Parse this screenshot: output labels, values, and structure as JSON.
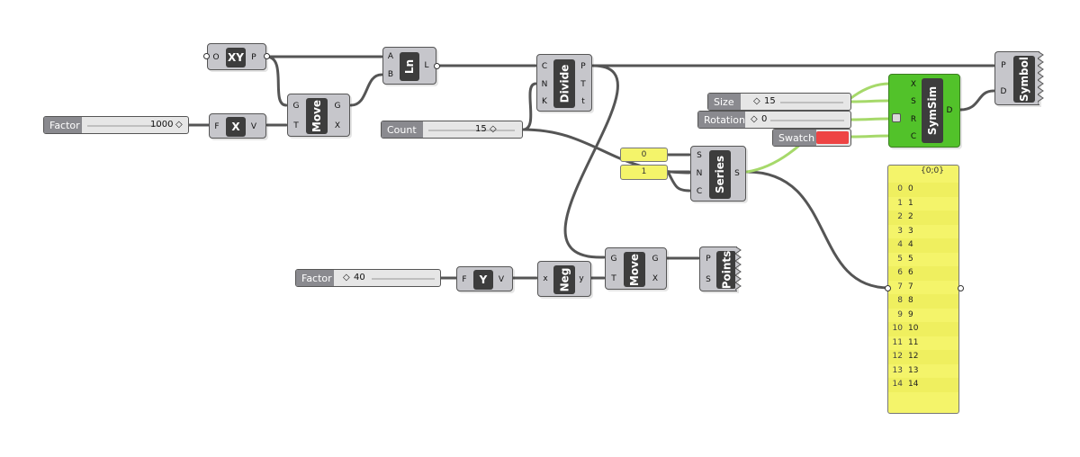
{
  "components": {
    "xy": {
      "name": "XY",
      "in": [
        "O"
      ],
      "out": [
        "P"
      ]
    },
    "ln": {
      "name": "Ln",
      "in": [
        "A",
        "B"
      ],
      "out": [
        "L"
      ]
    },
    "move1": {
      "name": "Move",
      "in": [
        "G",
        "T"
      ],
      "out": [
        "G",
        "X"
      ]
    },
    "xvec": {
      "name": "X",
      "in": [
        "F"
      ],
      "out": [
        "V"
      ]
    },
    "divide": {
      "name": "Divide",
      "in": [
        "C",
        "N",
        "K"
      ],
      "out": [
        "P",
        "T",
        "t"
      ]
    },
    "symbol": {
      "name": "Symbol",
      "in": [
        "P",
        "D"
      ]
    },
    "symsim": {
      "name": "SymSim",
      "in": [
        "X",
        "S",
        "R",
        "C"
      ],
      "out": [
        "D"
      ]
    },
    "series": {
      "name": "Series",
      "in": [
        "S",
        "N",
        "C"
      ],
      "out": [
        "S"
      ]
    },
    "yvec": {
      "name": "Y",
      "in": [
        "F"
      ],
      "out": [
        "V"
      ]
    },
    "neg": {
      "name": "Neg",
      "in": [
        "x"
      ],
      "out": [
        "y"
      ]
    },
    "move2": {
      "name": "Move",
      "in": [
        "G",
        "T"
      ],
      "out": [
        "G",
        "X"
      ]
    },
    "points": {
      "name": "Points",
      "in": [
        "P",
        "S"
      ]
    }
  },
  "sliders": {
    "factor1": {
      "name": "Factor",
      "value": "1000"
    },
    "count": {
      "name": "Count",
      "value": "15"
    },
    "size": {
      "name": "Size",
      "value": "15"
    },
    "rotation": {
      "name": "Rotation",
      "value": "0"
    },
    "factor2": {
      "name": "Factor",
      "value": "40"
    }
  },
  "swatch": {
    "name": "Swatch",
    "color": "#ee4444"
  },
  "panels": {
    "start": "0",
    "step": "1"
  },
  "list": {
    "header": "{0;0}",
    "rows": [
      {
        "i": "0",
        "v": "0"
      },
      {
        "i": "1",
        "v": "1"
      },
      {
        "i": "2",
        "v": "2"
      },
      {
        "i": "3",
        "v": "3"
      },
      {
        "i": "4",
        "v": "4"
      },
      {
        "i": "5",
        "v": "5"
      },
      {
        "i": "6",
        "v": "6"
      },
      {
        "i": "7",
        "v": "7"
      },
      {
        "i": "8",
        "v": "8"
      },
      {
        "i": "9",
        "v": "9"
      },
      {
        "i": "10",
        "v": "10"
      },
      {
        "i": "11",
        "v": "11"
      },
      {
        "i": "12",
        "v": "12"
      },
      {
        "i": "13",
        "v": "13"
      },
      {
        "i": "14",
        "v": "14"
      }
    ]
  },
  "colors": {
    "wire": "#555555",
    "wire_selected": "#a6d96a",
    "component": "#c6c6cb",
    "active": "#52c22a",
    "panel": "#f4f46a"
  }
}
